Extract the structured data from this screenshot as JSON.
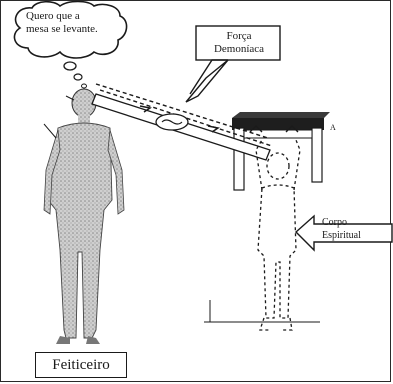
{
  "thought_bubble": {
    "text_line1": "Quero que a",
    "text_line2": "mesa se levante."
  },
  "force_label": {
    "line1": "Força",
    "line2": "Demoníaca"
  },
  "spirit_label": {
    "line1": "Corpo",
    "line2": "Espiritual"
  },
  "caption": "Feiticeiro",
  "table_marker": "A"
}
